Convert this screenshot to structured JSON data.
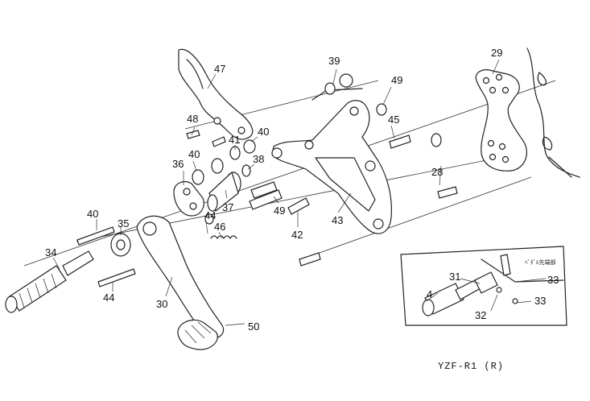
{
  "caption": "YZF-R1   (R)",
  "inset_note": "ﾍﾟﾀﾞﾙ先端部",
  "callouts": {
    "c47": "47",
    "c39": "39",
    "c49a": "49",
    "c29": "29",
    "c48": "48",
    "c45": "45",
    "c40a": "40",
    "c41": "41",
    "c40b": "40",
    "c38": "38",
    "c36": "36",
    "c28": "28",
    "c37": "37",
    "c49b": "49",
    "c43": "43",
    "c40c": "40",
    "c44a": "44",
    "c35": "35",
    "c46": "46",
    "c42": "42",
    "c34": "34",
    "c44b": "44",
    "c30": "30",
    "c50": "50",
    "c31": "31",
    "c33a": "33",
    "c4": "4",
    "c33b": "33",
    "c32": "32"
  }
}
